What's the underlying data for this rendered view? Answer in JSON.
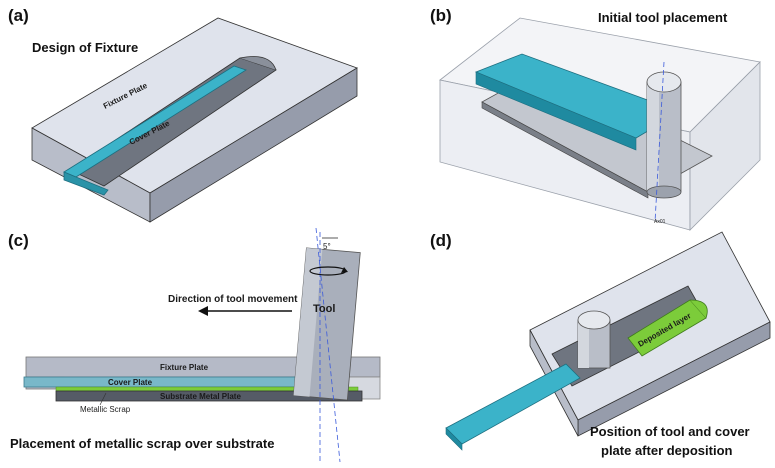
{
  "panels": {
    "a": {
      "label": "(a)",
      "caption": "Design of Fixture",
      "fixture_plate": "Fixture Plate",
      "cover_plate": "Cover Plate"
    },
    "b": {
      "label": "(b)",
      "caption": "Initial tool placement",
      "axis_tag": "Ax01"
    },
    "c": {
      "label": "(c)",
      "angle": "5°",
      "direction": "Direction of tool movement",
      "tool": "Tool",
      "fixture_plate": "Fixture Plate",
      "cover_plate": "Cover Plate",
      "substrate": "Substrate Metal Plate",
      "scrap": "Metallic Scrap",
      "caption": "Placement of metallic scrap over substrate"
    },
    "d": {
      "label": "(d)",
      "deposited": "Deposited layer",
      "caption_line1": "Position of tool and cover",
      "caption_line2": "plate after deposition"
    }
  },
  "colors": {
    "cover": "#3bb3c9",
    "metal": "#c9cfdb",
    "deposit": "#7ccc3a",
    "dark": "#555b66"
  }
}
